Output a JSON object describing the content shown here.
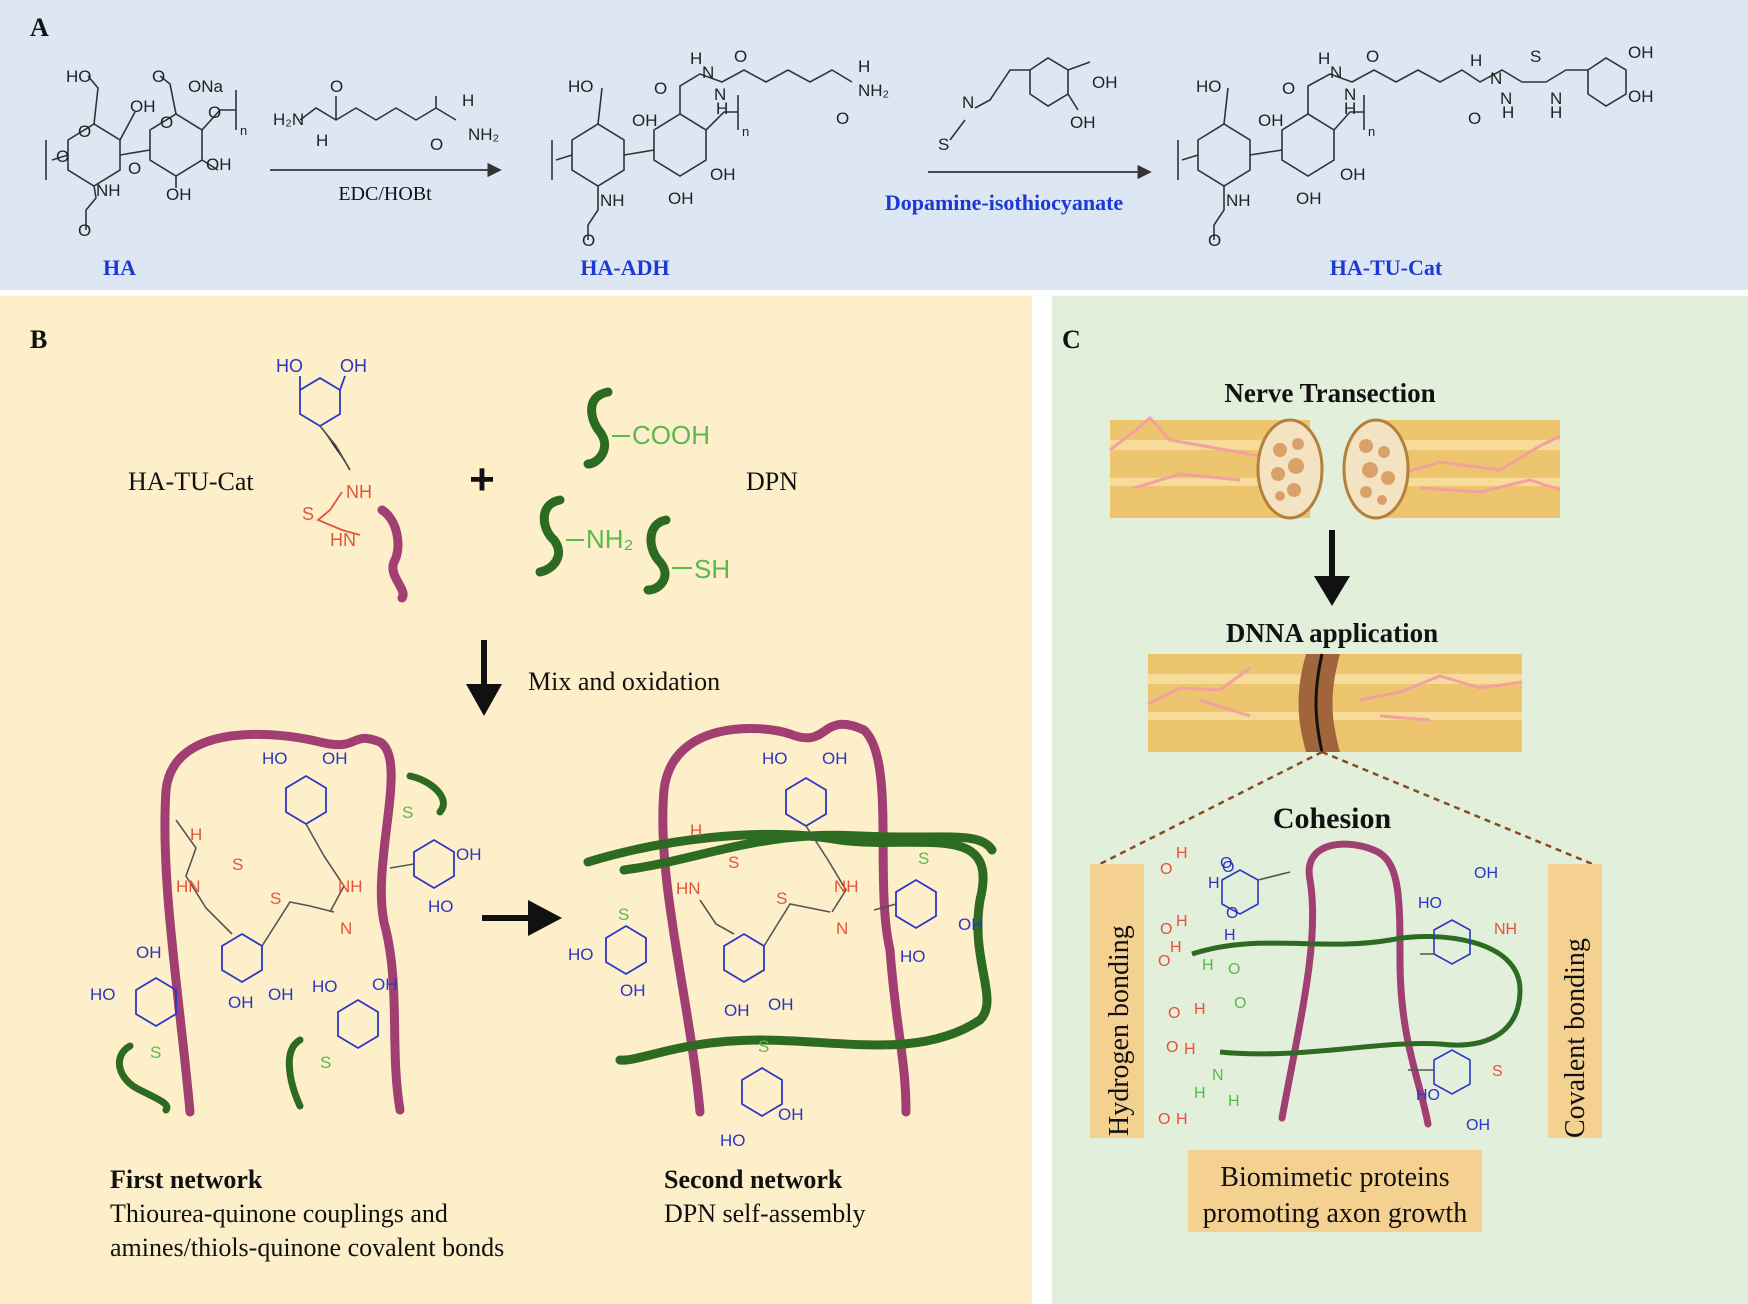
{
  "colors": {
    "panel_a_bg": "#dde7f3",
    "panel_b_bg": "#fdefc9",
    "panel_c_bg": "#e2efdb",
    "ha_chain": "#a23f72",
    "dpn_chain": "#2e6b22",
    "catechol": "#2b36c4",
    "thiourea": "#e2543c",
    "sulfur": "#59b94c",
    "label_blue": "#1d39d4",
    "nerve": "#edc56f",
    "label_box": "#f4d190"
  },
  "panelA": {
    "letter": "A",
    "ha_label": "HA",
    "ha_adh_label": "HA-ADH",
    "ha_tu_cat_label": "HA-TU-Cat",
    "step1_reagent": "EDC/HOBt",
    "step2_reagent": "Dopamine-isothiocyanate",
    "atoms": {
      "ho": "HO",
      "oh": "OH",
      "ona": "ONa",
      "o": "O",
      "nh": "NH",
      "n": "N",
      "h": "H",
      "s": "S",
      "n_sub": "n",
      "h2n": "H₂N",
      "nh2": "NH₂"
    }
  },
  "panelB": {
    "letter": "B",
    "reactant1": "HA-TU-Cat",
    "plus": "+",
    "reactant2": "DPN",
    "groups": {
      "cooh": "COOH",
      "nh2": "NH₂",
      "sh": "SH"
    },
    "atoms": {
      "ho": "HO",
      "oh": "OH",
      "nh": "NH",
      "hn": "HN",
      "s": "S",
      "n": "N",
      "h": "H"
    },
    "step": "Mix and oxidation",
    "first_title": "First network",
    "first_desc1": "Thiourea-quinone couplings and",
    "first_desc2": "amines/thiols-quinone covalent bonds",
    "second_title": "Second network",
    "second_desc": "DPN self-assembly"
  },
  "panelC": {
    "letter": "C",
    "title1": "Nerve Transection",
    "title2": "DNNA application",
    "cohesion": "Cohesion",
    "hbond": "Hydrogen bonding",
    "covalent": "Covalent bonding",
    "bio1": "Biomimetic proteins",
    "bio2": "promoting axon growth",
    "atoms": {
      "o": "O",
      "h": "H",
      "ho": "HO",
      "oh": "OH",
      "n": "N",
      "s": "S",
      "nh": "NH"
    }
  }
}
